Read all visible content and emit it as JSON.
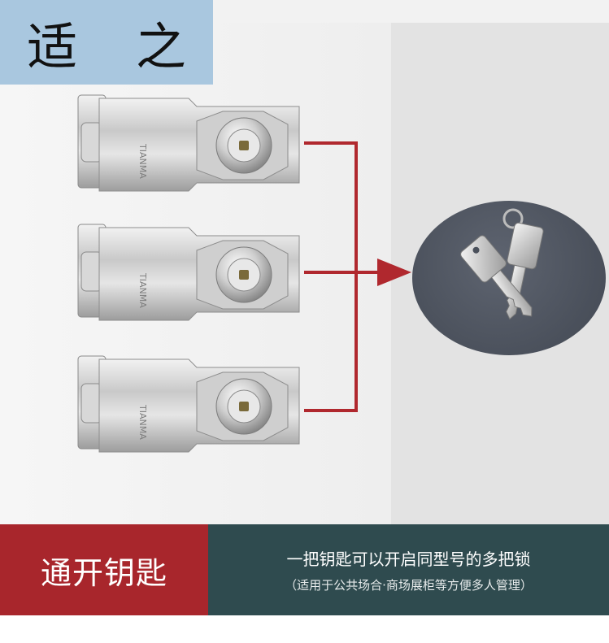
{
  "brand": {
    "text": "适 之"
  },
  "banner": {
    "title": "通开钥匙",
    "headline": "一把钥匙可以开启同型号的多把锁",
    "subtext": "（适用于公共场合·商场展柜等方便多人管理）"
  },
  "colors": {
    "accent_red": "#a8262c",
    "banner_teal": "#2f4b4f",
    "brand_blue": "#a9c7df",
    "connector_red": "#b0282e"
  },
  "icons": [
    "hasp-lock-icon",
    "key-icon",
    "arrow-right-icon"
  ]
}
